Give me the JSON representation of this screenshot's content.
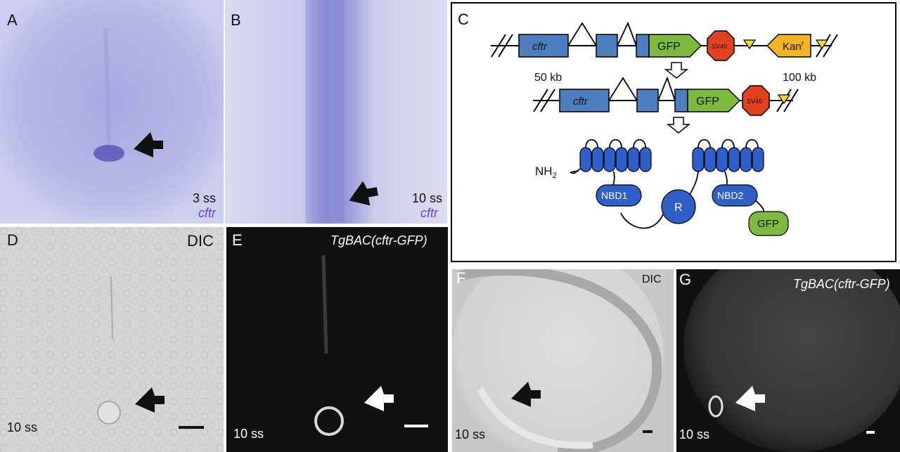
{
  "panels": {
    "A": {
      "label": "A",
      "stage": "3 ss",
      "marker": "cftr"
    },
    "B": {
      "label": "B",
      "stage": "10 ss",
      "marker": "cftr"
    },
    "C": {
      "label": "C",
      "construct1": {
        "exon1": "cftr",
        "gfp": "GFP",
        "sv40": "SV40",
        "kan": "Kan",
        "kan_sup": "r"
      },
      "flank_left": "50 kb",
      "flank_right": "100 kb",
      "construct2": {
        "exon1": "cftr",
        "gfp": "GFP",
        "sv40": "SV40"
      },
      "protein": {
        "nterm": "NH",
        "nterm_sub": "2",
        "nbd1": "NBD1",
        "r": "R",
        "nbd2": "NBD2",
        "gfp": "GFP"
      }
    },
    "D": {
      "label": "D",
      "mode": "DIC",
      "stage": "10 ss"
    },
    "E": {
      "label": "E",
      "line": "TgBAC(cftr-GFP)",
      "stage": "10 ss"
    },
    "F": {
      "label": "F",
      "mode": "DIC",
      "stage": "10 ss"
    },
    "G": {
      "label": "G",
      "line": "TgBAC(cftr-GFP)",
      "stage": "10 ss"
    }
  },
  "colors": {
    "blue_domain": "#2f5fc8",
    "gfp_green": "#7dbb3f",
    "sv40_red": "#e2401f",
    "kan_orange": "#f4b324",
    "loxp_yellow": "#f6d630"
  }
}
